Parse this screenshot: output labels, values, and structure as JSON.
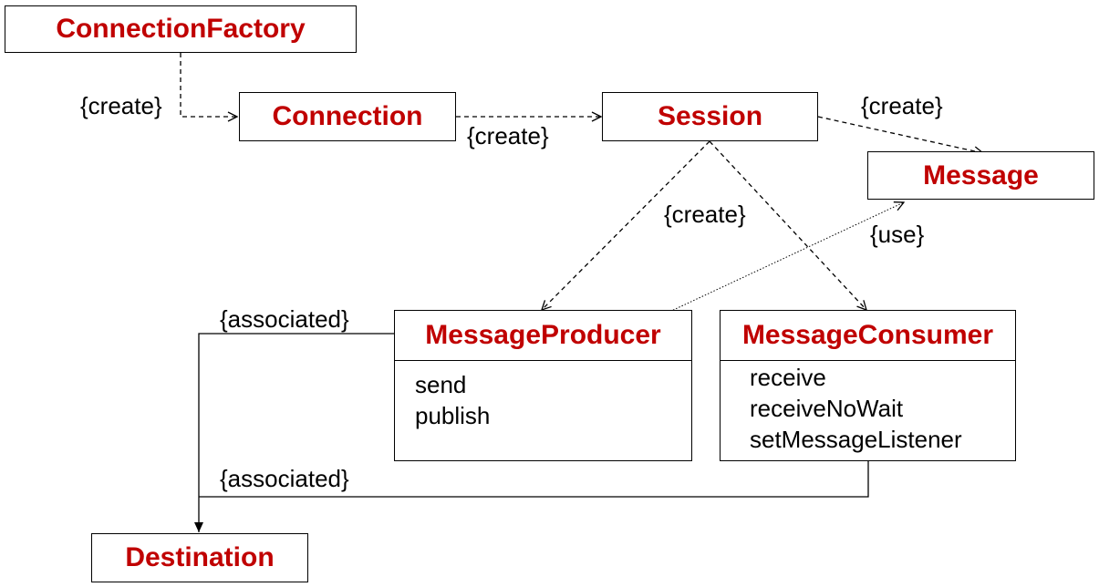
{
  "boxes": {
    "connection_factory": "ConnectionFactory",
    "connection": "Connection",
    "session": "Session",
    "message": "Message",
    "destination": "Destination"
  },
  "producer": {
    "title": "MessageProducer",
    "methods": [
      "send",
      "publish"
    ]
  },
  "consumer": {
    "title": "MessageConsumer",
    "methods": [
      "receive",
      "receiveNoWait",
      "setMessageListener"
    ]
  },
  "labels": {
    "create_factory": "{create}",
    "create_connection": "{create}",
    "create_session": "{create}",
    "create_message": "{create}",
    "use": "{use}",
    "associated_producer": "{associated}",
    "associated_consumer": "{associated}"
  },
  "colors": {
    "class_name": "#c00000",
    "line": "#000000"
  }
}
